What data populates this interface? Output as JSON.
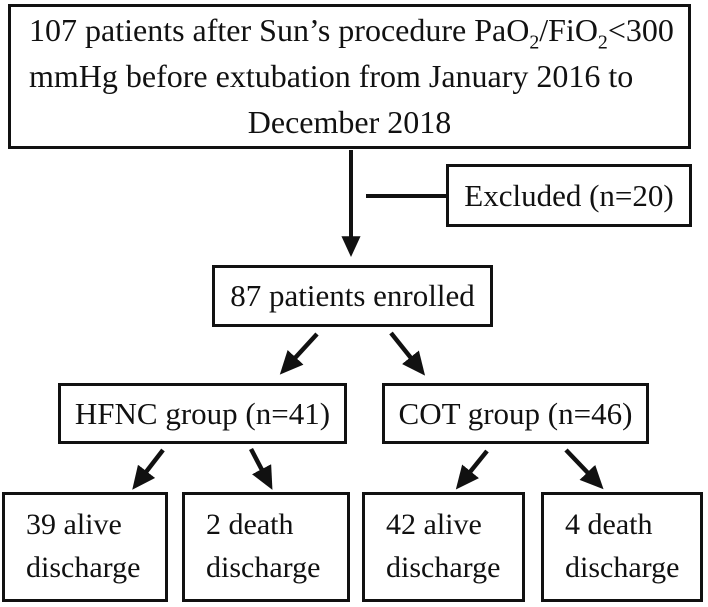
{
  "figure": {
    "type": "patient-flow-diagram",
    "top_box": {
      "line1": {
        "pre": "107 patients after Sun’s procedure PaO",
        "sub1": "2",
        "mid": "/FiO",
        "sub2": "2",
        "post": "<300"
      },
      "line2": "mmHg before extubation from January 2016 to",
      "line3": "December 2018"
    },
    "excluded_box": {
      "label": "Excluded (n=20)"
    },
    "enrolled_box": {
      "label": "87 patients enrolled"
    },
    "group_boxes": {
      "hfnc": {
        "label": "HFNC group (n=41)"
      },
      "cot": {
        "label": "COT group (n=46)"
      }
    },
    "outcome_boxes": [
      {
        "line1": "39 alive",
        "line2": "discharge"
      },
      {
        "line1": "2 death",
        "line2": "discharge"
      },
      {
        "line1": "42 alive",
        "line2": "discharge"
      },
      {
        "line1": "4 death",
        "line2": "discharge"
      }
    ],
    "colors": {
      "border": "#111111",
      "text": "#111111",
      "arrow": "#111111",
      "background": "#ffffff"
    }
  }
}
